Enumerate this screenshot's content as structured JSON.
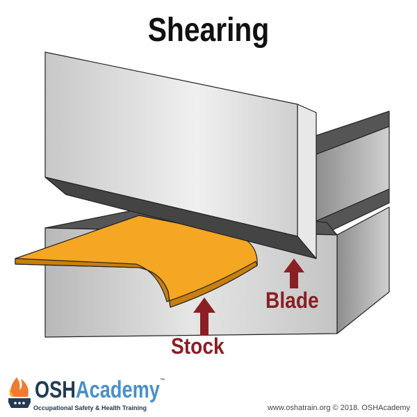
{
  "title": "Shearing",
  "labels": {
    "blade": "Blade",
    "stock": "Stock"
  },
  "logo": {
    "name_part1": "OSH",
    "name_part2": "Academy",
    "trademark": "™",
    "tagline": "Occupational Safety & Health Training"
  },
  "footer": "www.oshatrain.org © 2018. OSHAcademy",
  "colors": {
    "stock": "#f5a623",
    "arrow": "#8b1f24",
    "metal_dark": "#4a4a4a",
    "metal_light": "#d8d8d8"
  }
}
